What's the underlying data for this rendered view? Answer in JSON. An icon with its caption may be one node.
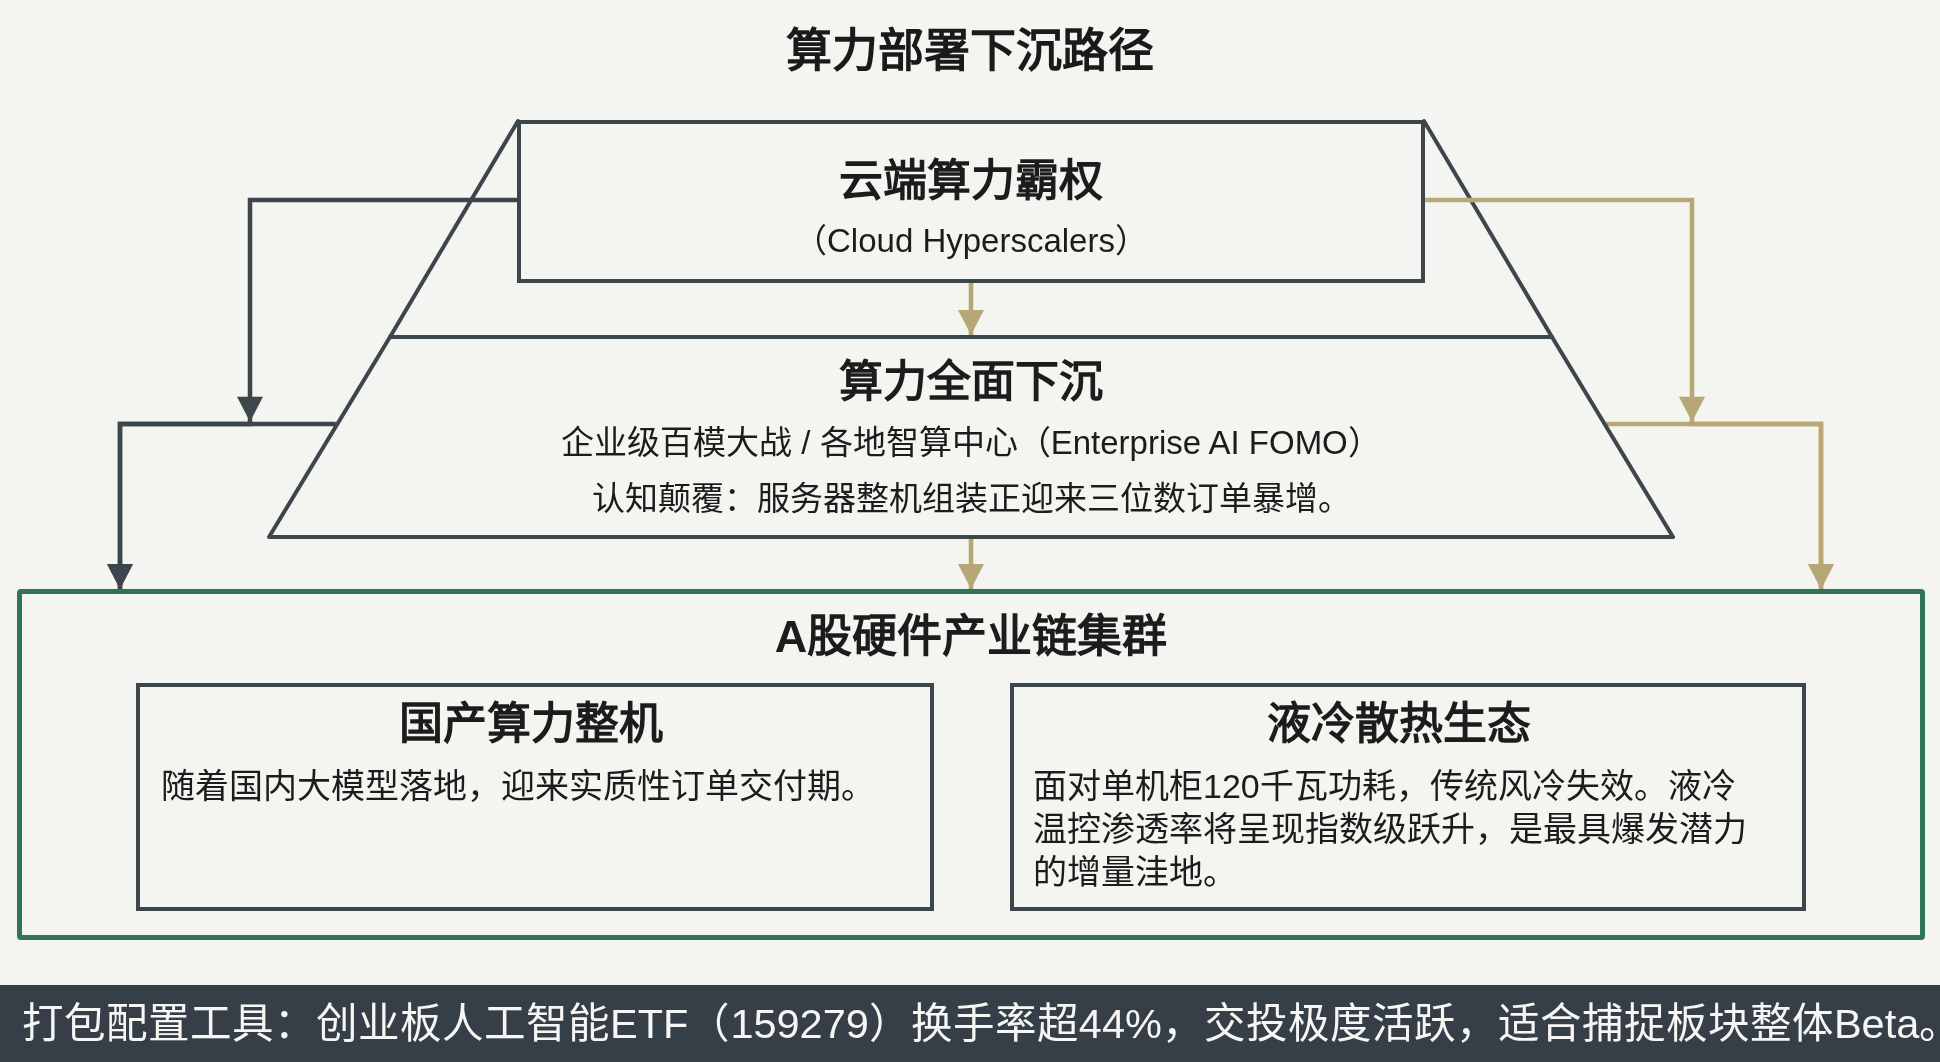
{
  "diagram": {
    "title": "算力部署下沉路径",
    "nodes": [
      {
        "text": [
          "云端算力霸权",
          "（Cloud Hyperscalers）"
        ]
      },
      {
        "text": [
          "算力全面下沉",
          "企业级百模大战 / 各地智算中心（Enterprise AI FOMO）",
          "认知颠覆：服务器整机组装正迎来三位数订单暴增。"
        ]
      },
      {
        "text": [
          "A股硬件产业链集群"
        ]
      },
      {
        "text": [
          "国产算力整机",
          "随着国内大模型落地，迎来实质性订单交付期。"
        ],
        "in": 2
      },
      {
        "text": [
          "液冷散热生态",
          "面对单机柜120千瓦功耗，传统风冷失效。液冷温控渗透率将呈现指数级跃升，是最具爆发潜力的增量洼地。"
        ],
        "in": 2
      },
      {
        "text": [
          "打包配置工具：创业板人工智能ETF（159279）换手率超44%，交投极度活跃，适合捕捉板块整体Beta。"
        ]
      }
    ],
    "edges": [
      {
        "from": 0,
        "to": 1,
        "arrow": "to"
      },
      {
        "from": 1,
        "to": 2,
        "arrow": "to"
      },
      {
        "from": 0,
        "to": 2,
        "arrow": "to",
        "color": "#3d454d"
      },
      {
        "from": 1,
        "to": 2,
        "arrow": "to",
        "color": "#3d454d"
      },
      {
        "from": 0,
        "to": 2,
        "arrow": "to"
      },
      {
        "from": 1,
        "to": 2,
        "arrow": "to"
      }
    ]
  }
}
